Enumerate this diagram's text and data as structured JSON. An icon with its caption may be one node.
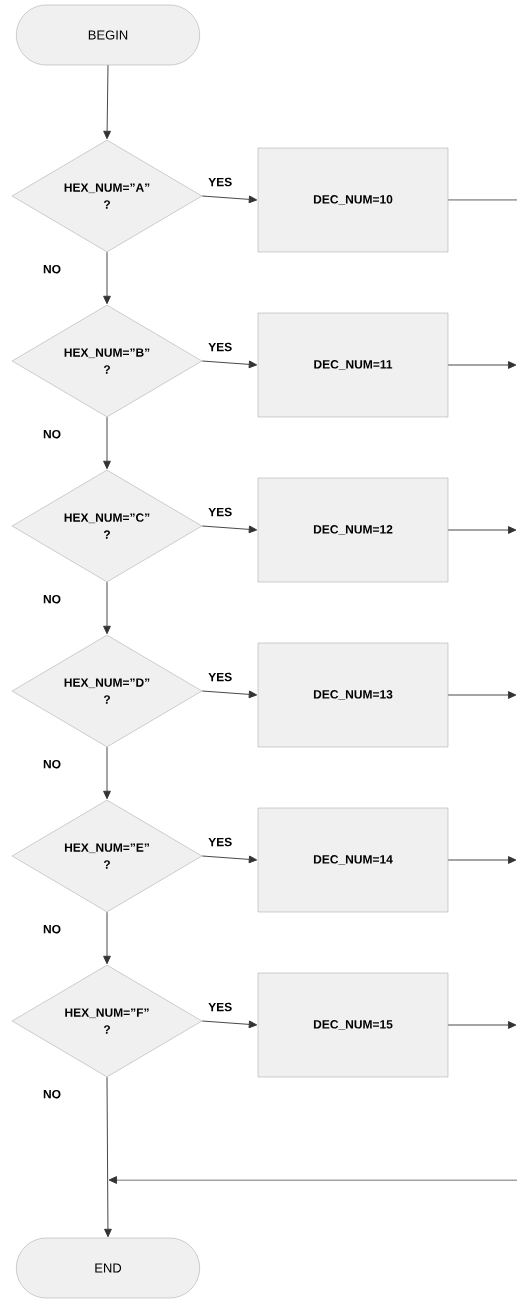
{
  "diagram": {
    "nodes": [
      {
        "text": [
          "BEGIN"
        ]
      },
      {
        "text": [
          "HEX_NUM=”A” ?"
        ]
      },
      {
        "text": [
          "DEC_NUM=10"
        ]
      },
      {
        "text": [
          "HEX_NUM=”B” ?"
        ]
      },
      {
        "text": [
          "DEC_NUM=11"
        ]
      },
      {
        "text": [
          "HEX_NUM=”C” ?"
        ]
      },
      {
        "text": [
          "DEC_NUM=12"
        ]
      },
      {
        "text": [
          "HEX_NUM=”D” ?"
        ]
      },
      {
        "text": [
          "DEC_NUM=13"
        ]
      },
      {
        "text": [
          "HEX_NUM=”E” ?"
        ]
      },
      {
        "text": [
          "DEC_NUM=14"
        ]
      },
      {
        "text": [
          "HEX_NUM=”F” ?"
        ]
      },
      {
        "text": [
          "DEC_NUM=15"
        ]
      },
      {
        "text": [
          "END"
        ]
      }
    ],
    "edges": [
      {
        "from": 0,
        "to": 1,
        "arrow": "to"
      },
      {
        "from": 1,
        "to": 2,
        "arrow": "to",
        "label": "YES"
      },
      {
        "from": 2,
        "to": null,
        "arrow": "none"
      },
      {
        "from": 1,
        "to": 3,
        "arrow": "to",
        "label": "NO"
      },
      {
        "from": 3,
        "to": 4,
        "arrow": "to",
        "label": "YES"
      },
      {
        "from": 4,
        "to": null,
        "arrow": "to"
      },
      {
        "from": 3,
        "to": 5,
        "arrow": "to",
        "label": "NO"
      },
      {
        "from": 5,
        "to": 6,
        "arrow": "to",
        "label": "YES"
      },
      {
        "from": 6,
        "to": null,
        "arrow": "to"
      },
      {
        "from": 5,
        "to": 7,
        "arrow": "to",
        "label": "NO"
      },
      {
        "from": 7,
        "to": 8,
        "arrow": "to",
        "label": "YES"
      },
      {
        "from": 8,
        "to": null,
        "arrow": "to"
      },
      {
        "from": 7,
        "to": 9,
        "arrow": "to",
        "label": "NO"
      },
      {
        "from": 9,
        "to": 10,
        "arrow": "to",
        "label": "YES"
      },
      {
        "from": 10,
        "to": null,
        "arrow": "to"
      },
      {
        "from": 9,
        "to": 11,
        "arrow": "to",
        "label": "NO"
      },
      {
        "from": 11,
        "to": 12,
        "arrow": "to",
        "label": "YES"
      },
      {
        "from": 12,
        "to": null,
        "arrow": "to"
      },
      {
        "from": 11,
        "to": 13,
        "arrow": "to",
        "label": "NO"
      },
      {
        "from": null,
        "to": 13,
        "arrow": "to"
      }
    ]
  }
}
